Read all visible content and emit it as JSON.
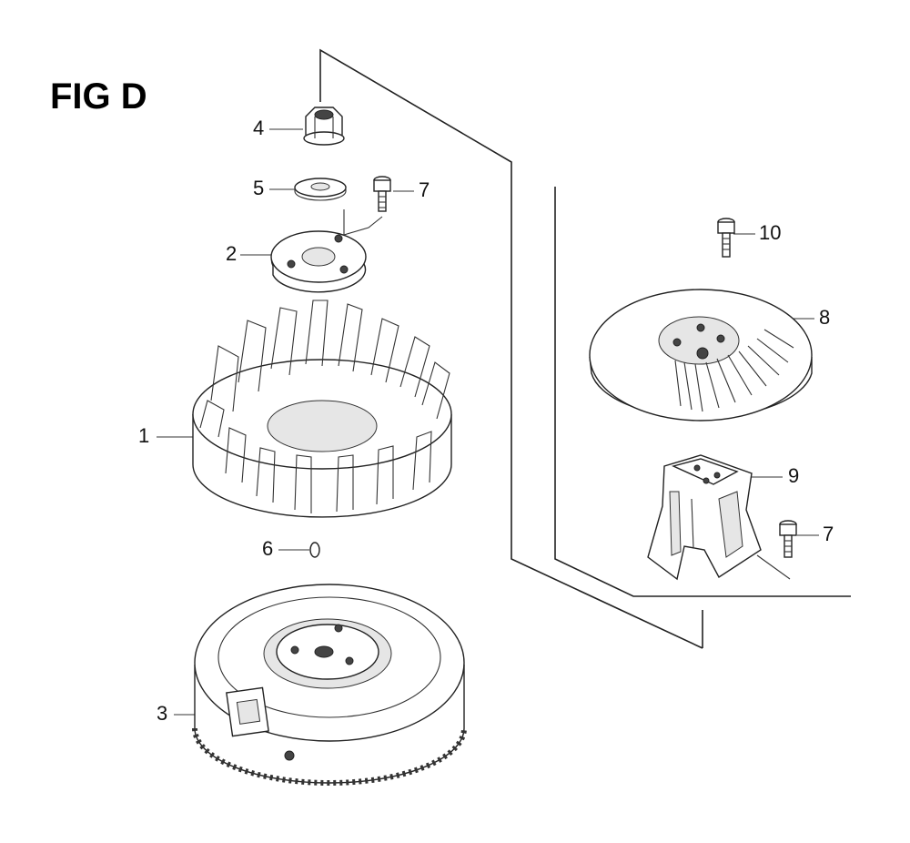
{
  "figure": {
    "title": "FIG D"
  },
  "callouts": [
    {
      "id": "c1",
      "label": "1",
      "part": "flywheel-fan"
    },
    {
      "id": "c2",
      "label": "2",
      "part": "pulley-plate"
    },
    {
      "id": "c3",
      "label": "3",
      "part": "flywheel"
    },
    {
      "id": "c4",
      "label": "4",
      "part": "flange-nut"
    },
    {
      "id": "c5",
      "label": "5",
      "part": "washer"
    },
    {
      "id": "c6",
      "label": "6",
      "part": "key"
    },
    {
      "id": "c7a",
      "label": "7",
      "part": "bolt"
    },
    {
      "id": "c7b",
      "label": "7",
      "part": "bolt"
    },
    {
      "id": "c8",
      "label": "8",
      "part": "starter-pulley"
    },
    {
      "id": "c9",
      "label": "9",
      "part": "pulley-bracket"
    },
    {
      "id": "c10",
      "label": "10",
      "part": "bolt"
    }
  ]
}
